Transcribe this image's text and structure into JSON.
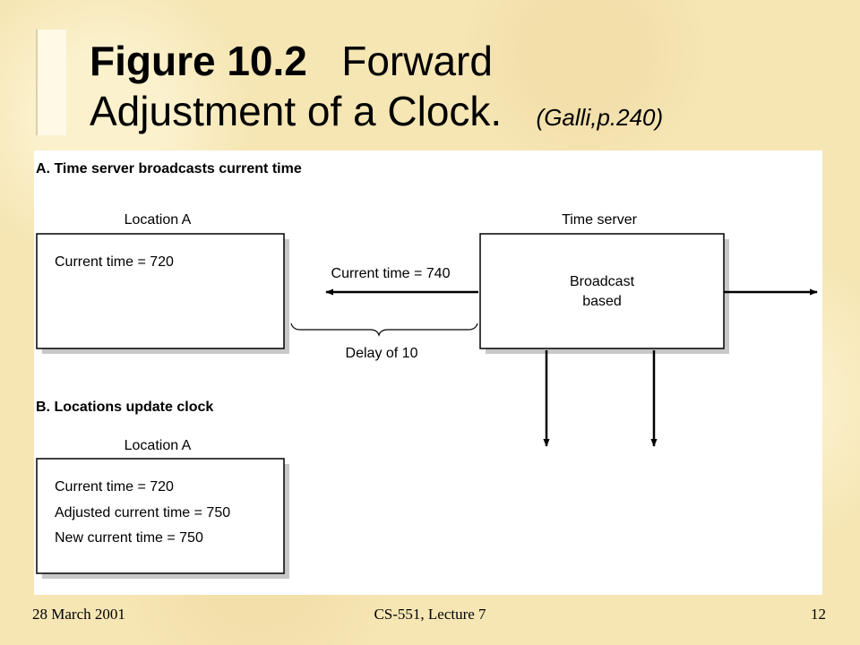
{
  "title": {
    "figure": "Figure 10.2",
    "line1_rest": "Forward",
    "line2": "Adjustment of a Clock.",
    "citation": "(Galli,p.240)"
  },
  "sectionA": {
    "heading": "A. Time server broadcasts current time",
    "locationA": {
      "label": "Location A",
      "text": "Current time = 720"
    },
    "timeServer": {
      "label": "Time server",
      "line1": "Broadcast",
      "line2": "based"
    },
    "message": "Current time = 740",
    "delay": "Delay of 10"
  },
  "sectionB": {
    "heading": "B. Locations update clock",
    "locationA": {
      "label": "Location A",
      "lines": [
        "Current time = 720",
        "Adjusted current time = 750",
        "New current time = 750"
      ]
    }
  },
  "footer": {
    "date": "28 March 2001",
    "course": "CS-551, Lecture 7",
    "page": "12"
  }
}
